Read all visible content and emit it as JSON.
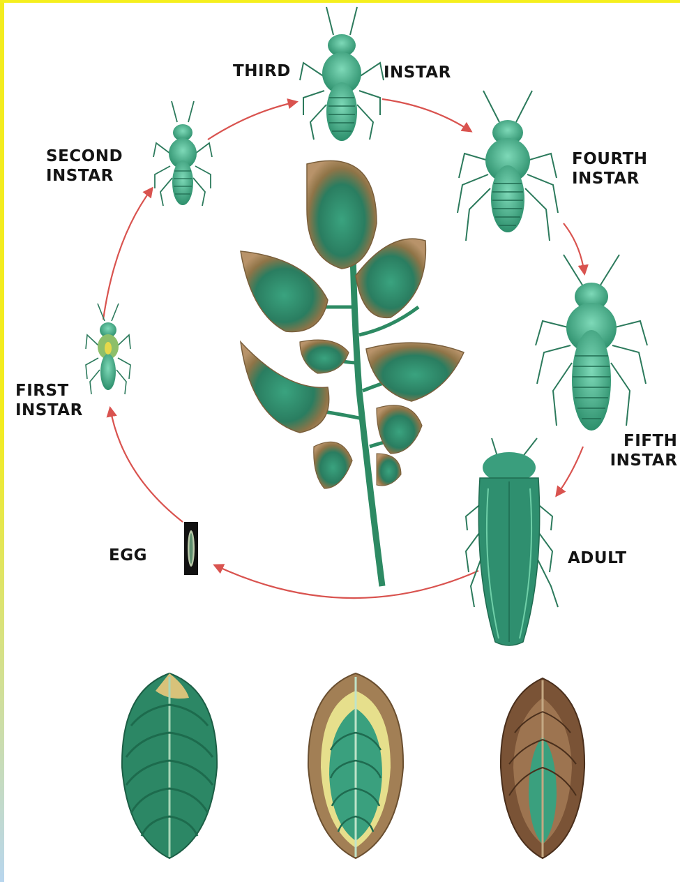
{
  "labels": {
    "third": "THIRD",
    "third_instar": "INSTAR",
    "second": [
      "SECOND",
      "INSTAR"
    ],
    "fourth": [
      "FOURTH",
      "INSTAR"
    ],
    "first": [
      "FIRST",
      "INSTAR"
    ],
    "fifth": [
      "FIFTH",
      "INSTAR"
    ],
    "egg": "EGG",
    "adult": "ADULT"
  },
  "colors": {
    "arrow": "#d9534f",
    "insect": "#3fae8a",
    "leaf_green": "#2e8b6a",
    "leaf_brown": "#9a7a4e",
    "leaf_yellow": "#e8e29a",
    "border_top": "#f5ef1e",
    "border_bottom": "#b8d6ef"
  }
}
